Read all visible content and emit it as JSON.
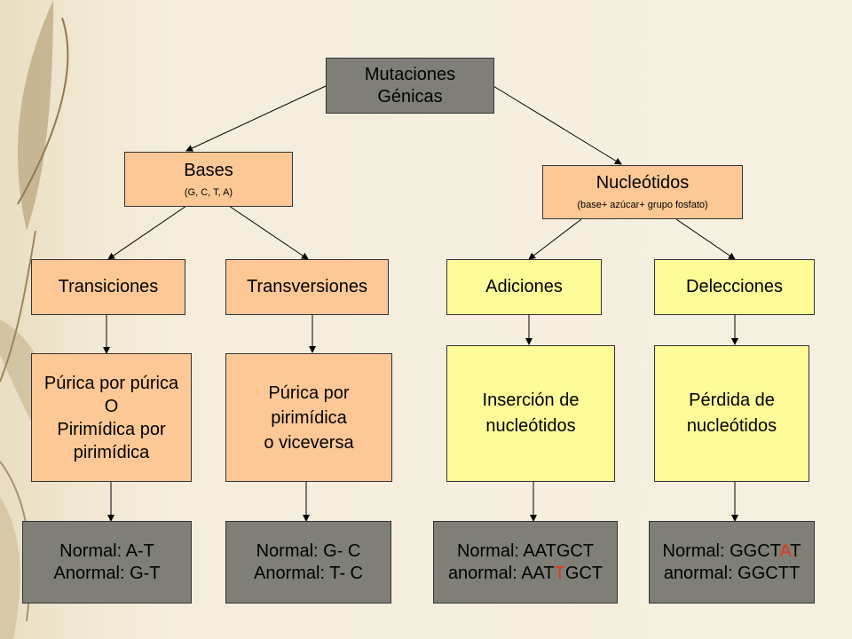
{
  "root": {
    "line1": "Mutaciones",
    "line2": "Génicas"
  },
  "bases": {
    "title": "Bases",
    "subtitle": "(G, C, T, A)"
  },
  "nucleotidos": {
    "title": "Nucleótidos",
    "subtitle": "(base+ azúcar+ grupo fosfato)"
  },
  "types": {
    "transiciones": "Transiciones",
    "transversiones": "Transversiones",
    "adiciones": "Adiciones",
    "delecciones": "Delecciones"
  },
  "descriptions": {
    "transiciones": [
      "Púrica por púrica",
      "O",
      "Pirimídica por",
      "pirimídica"
    ],
    "transversiones": [
      "Púrica por",
      "pirimídica",
      "o viceversa"
    ],
    "adiciones": [
      "Inserción de",
      "nucleótidos"
    ],
    "delecciones": [
      "Pérdida de",
      "nucleótidos"
    ]
  },
  "examples": {
    "transiciones": {
      "normal": "Normal: A-T",
      "anormal": "Anormal: G-T"
    },
    "transversiones": {
      "normal": "Normal: G- C",
      "anormal": "Anormal: T- C"
    },
    "adiciones": {
      "normal": "Normal: AATGCT",
      "anormal_pre": "anormal: AAT",
      "anormal_highlight": "T",
      "anormal_post": "GCT"
    },
    "delecciones": {
      "normal_pre": "Normal: GGCT",
      "normal_highlight": "A",
      "normal_post": "T",
      "anormal": "anormal: GGCTT"
    }
  },
  "colors": {
    "gray_box": "#7f7f78",
    "peach_box": "#fdc896",
    "yellow_box": "#fdfc98",
    "highlight": "#e8381c"
  }
}
